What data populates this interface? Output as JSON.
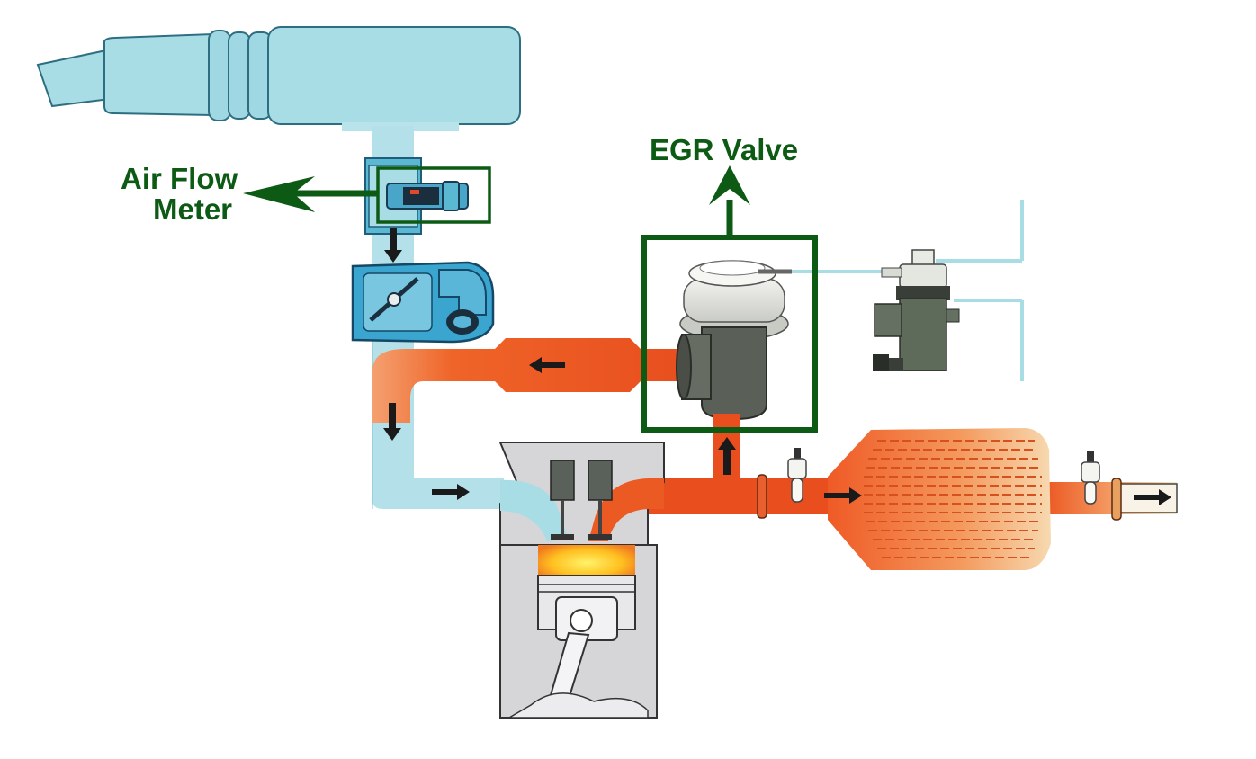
{
  "labels": {
    "egr_valve": "EGR Valve",
    "air_flow_meter_line1": "Air Flow",
    "air_flow_meter_line2": "Meter"
  },
  "colors": {
    "callout": "#0c5a14",
    "intake_air": "#a9dde6",
    "intake_air_dark": "#4aaec4",
    "exhaust": "#ec5a24",
    "exhaust_light": "#f4a070",
    "engine_block": "#d6d6d8",
    "valve_body": "#585e56",
    "catalyst": "#f07a3e"
  },
  "icons": [
    "air-cleaner-icon",
    "air-flow-meter-icon",
    "throttle-body-icon",
    "egr-valve-icon",
    "vacuum-solenoid-icon",
    "engine-cylinder-icon",
    "oxygen-sensor-icon",
    "catalytic-converter-icon",
    "flow-arrow-icon"
  ]
}
